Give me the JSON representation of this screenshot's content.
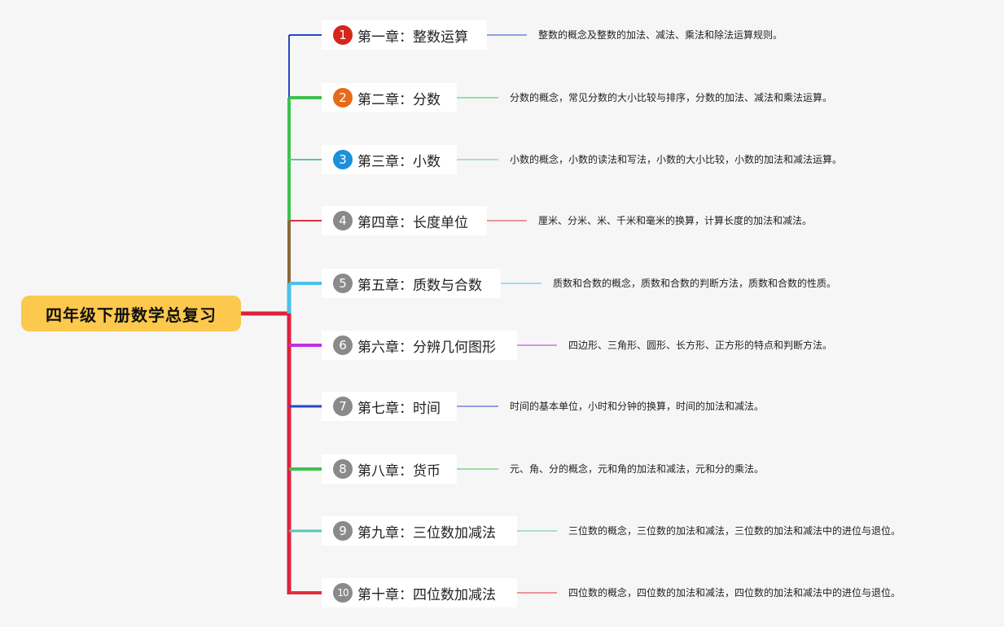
{
  "root": {
    "title": "四年级下册数学总复习"
  },
  "chapters": [
    {
      "num": "1",
      "label": "第一章：整数运算",
      "desc": "整数的概念及整数的加法、减法、乘法和除法运算规则。",
      "badge_color": "#d8251a",
      "branch_color": "#2448c8"
    },
    {
      "num": "2",
      "label": "第二章：分数",
      "desc": "分数的概念，常见分数的大小比较与排序，分数的加法、减法和乘法运算。",
      "badge_color": "#e56a1a",
      "branch_color": "#3dc24f"
    },
    {
      "num": "3",
      "label": "第三章：小数",
      "desc": "小数的概念，小数的读法和写法，小数的大小比较，小数的加法和减法运算。",
      "badge_color": "#1d8fdb",
      "branch_color": "#5ec2b0"
    },
    {
      "num": "4",
      "label": "第四章：长度单位",
      "desc": "厘米、分米、米、千米和毫米的换算，计算长度的加法和减法。",
      "badge_color": "#8a8a8a",
      "branch_color": "#e0303d"
    },
    {
      "num": "5",
      "label": "第五章：质数与合数",
      "desc": "质数和合数的概念，质数和合数的判断方法，质数和合数的性质。",
      "badge_color": "#8a8a8a",
      "branch_color": "#4cc0e8"
    },
    {
      "num": "6",
      "label": "第六章：分辨几何图形",
      "desc": "四边形、三角形、圆形、长方形、正方形的特点和判断方法。",
      "badge_color": "#8a8a8a",
      "branch_color": "#c02ee8"
    },
    {
      "num": "7",
      "label": "第七章：时间",
      "desc": "时间的基本单位，小时和分钟的换算，时间的加法和减法。",
      "badge_color": "#8a8a8a",
      "branch_color": "#2448c8"
    },
    {
      "num": "8",
      "label": "第八章：货币",
      "desc": "元、角、分的概念，元和角的加法和减法，元和分的乘法。",
      "badge_color": "#8a8a8a",
      "branch_color": "#3dc24f"
    },
    {
      "num": "9",
      "label": "第九章：三位数加减法",
      "desc": "三位数的概念，三位数的加法和减法，三位数的加法和减法中的进位与退位。",
      "badge_color": "#8a8a8a",
      "branch_color": "#5ec2b0"
    },
    {
      "num": "10",
      "label": "第十章：四位数加减法",
      "desc": "四位数的概念，四位数的加法和减法，四位数的加法和减法中的进位与退位。",
      "badge_color": "#8a8a8a",
      "branch_color": "#e0303d"
    }
  ]
}
